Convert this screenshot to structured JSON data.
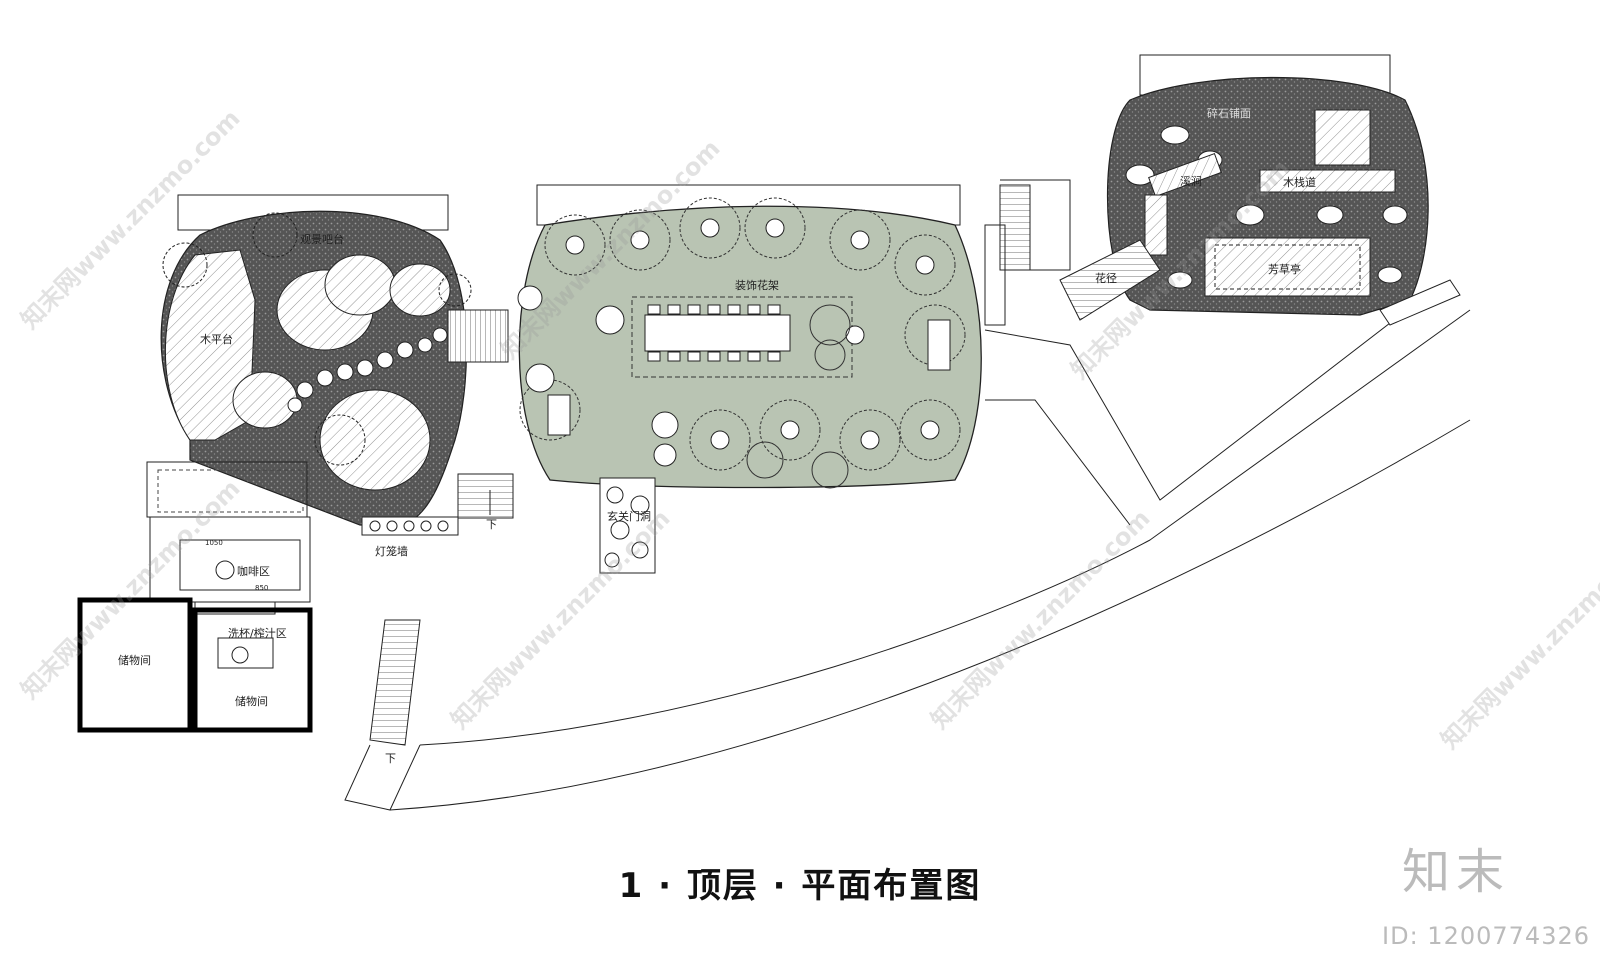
{
  "title": "1 · 顶层 · 平面布置图",
  "labels": {
    "guanjing_bar": "观景吧台",
    "wood_platform": "木平台",
    "lantern_wall": "灯笼墙",
    "cafe": "咖啡区",
    "wash": "洗杯/榨汁区",
    "storage_1": "储物间",
    "storage_2": "储物间",
    "decor_trellis": "装饰花架",
    "moon_gate": "玄关门洞",
    "gravel_paving": "碎石铺面",
    "stream": "溪涧",
    "boardwalk": "木栈道",
    "flower_path": "花径",
    "herb_pavilion": "芳草亭",
    "down_1": "下",
    "down_2": "下",
    "dim_1050": "1050",
    "dim_850": "850"
  },
  "brand": "知末",
  "id_line": "ID: 1200774326",
  "watermark": "知末网www.znzmo.com",
  "colors": {
    "terrace_fill": "#b9c4b3",
    "gravel_fill": "#5e5e5e",
    "line": "#222222",
    "wall": "#000000"
  }
}
